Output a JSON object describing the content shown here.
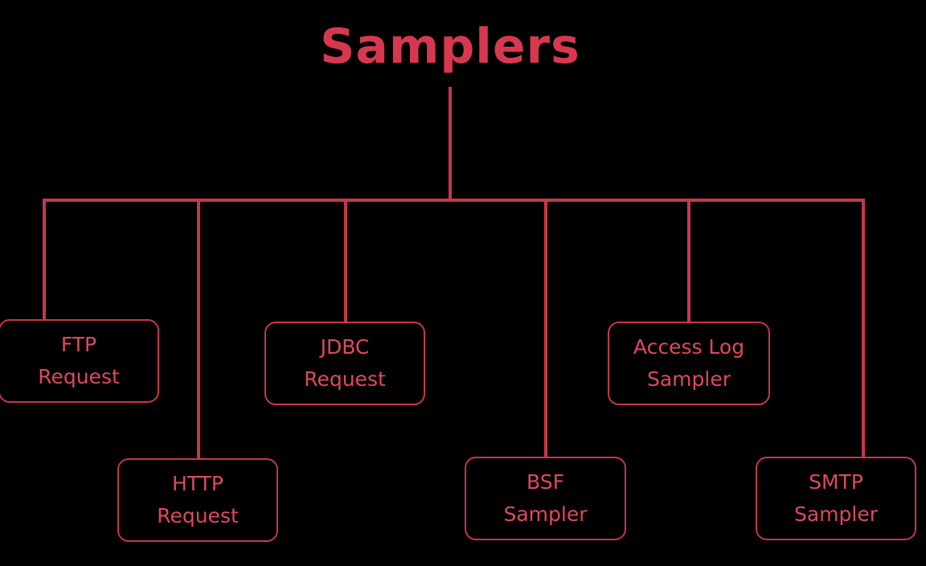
{
  "title": "Samplers",
  "colors": {
    "background": "#000000",
    "accent": "#d6394f",
    "line": "#c8364b"
  },
  "nodes": [
    {
      "id": "ftp",
      "line1": "FTP",
      "line2": "Request"
    },
    {
      "id": "http",
      "line1": "HTTP",
      "line2": "Request"
    },
    {
      "id": "jdbc",
      "line1": "JDBC",
      "line2": "Request"
    },
    {
      "id": "bsf",
      "line1": "BSF",
      "line2": "Sampler"
    },
    {
      "id": "access",
      "line1": "Access Log",
      "line2": "Sampler"
    },
    {
      "id": "smtp",
      "line1": "SMTP",
      "line2": "Sampler"
    }
  ]
}
